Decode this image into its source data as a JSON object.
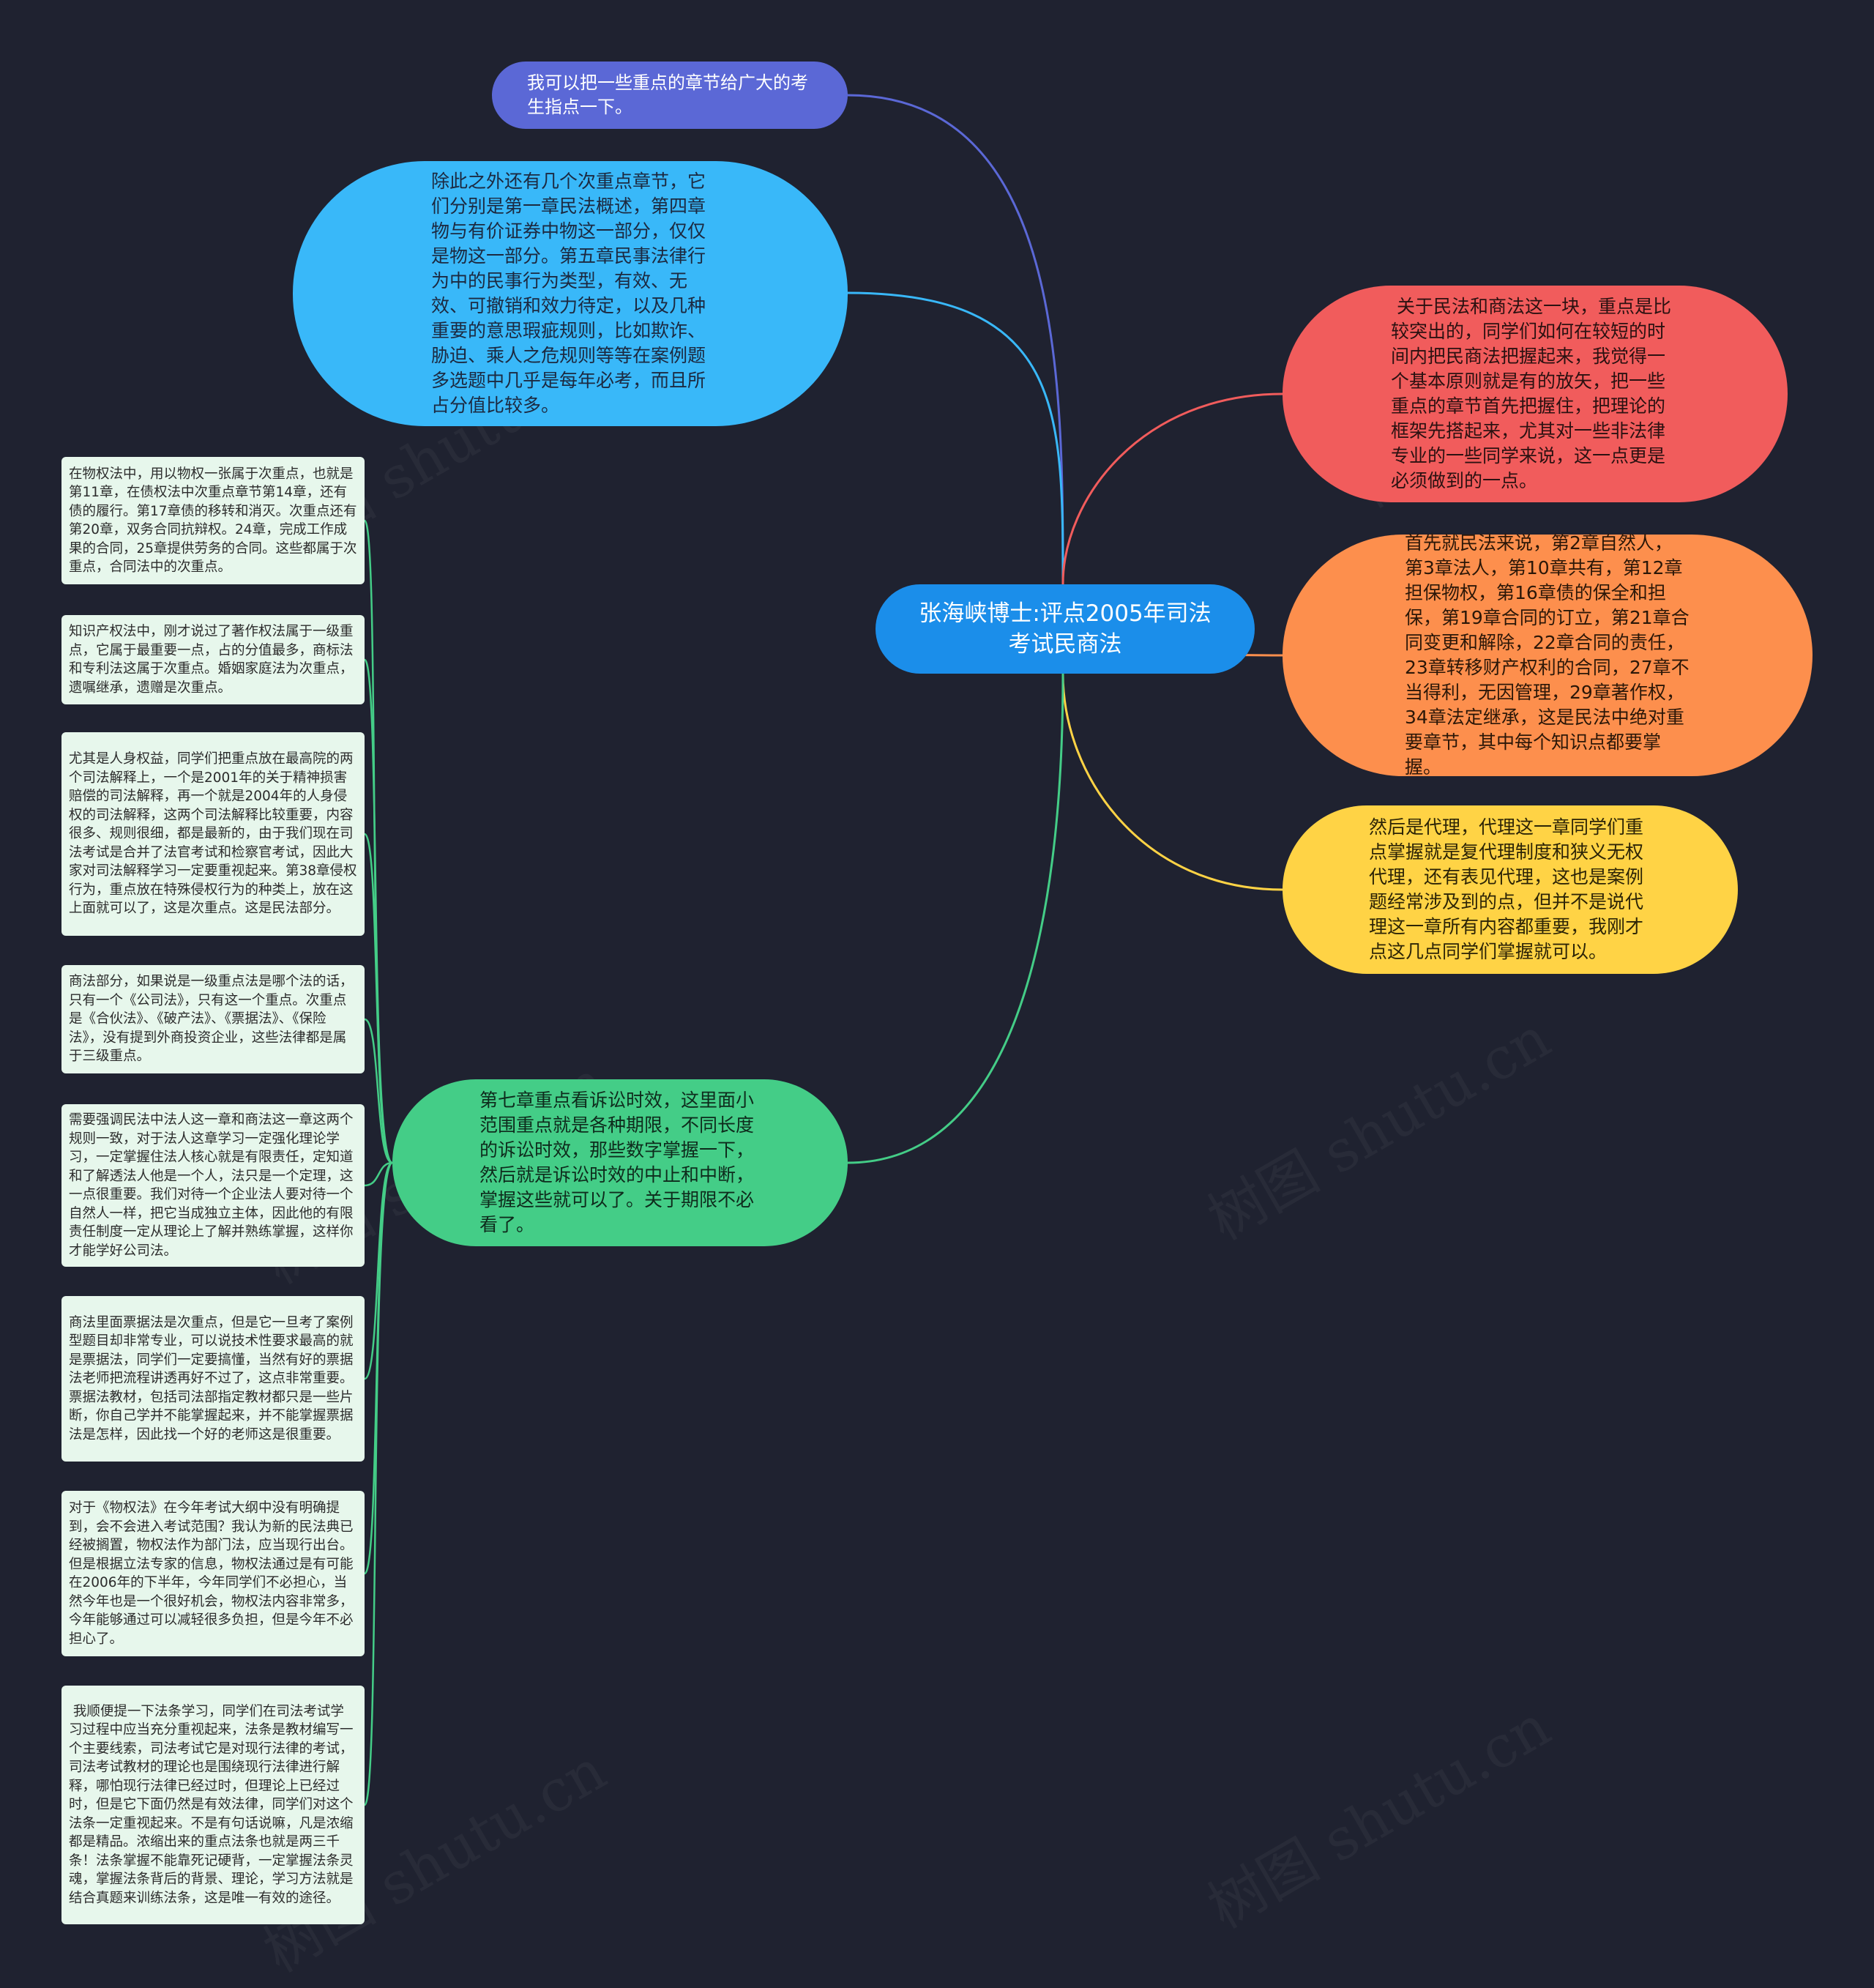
{
  "root": {
    "text": "张海峡博士:评点2005年司法考试民商法"
  },
  "branches": {
    "top_left_1": {
      "text": "我可以把一些重点的章节给广大的考生指点一下。",
      "color": "#5b68d6"
    },
    "top_left_2": {
      "text": "除此之外还有几个次重点章节，它们分别是第一章民法概述，第四章物与有价证券中物这一部分，仅仅是物这一部分。第五章民事法律行为中的民事行为类型，有效、无效、可撤销和效力待定，以及几种重要的意思瑕疵规则，比如欺诈、胁迫、乘人之危规则等等在案例题多选题中几乎是每年必考，而且所占分值比较多。",
      "color": "#39b8f9"
    },
    "right_1": {
      "text": " 关于民法和商法这一块，重点是比较突出的，同学们如何在较短的时间内把民商法把握起来，我觉得一个基本原则就是有的放矢，把一些重点的章节首先把握住，把理论的框架先搭起来，尤其对一些非法律专业的一些同学来说，这一点更是必须做到的一点。",
      "color": "#f15c5c"
    },
    "right_2": {
      "text": "首先就民法来说，第2章自然人，第3章法人，第10章共有，第12章担保物权，第16章债的保全和担保，第19章合同的订立，第21章合同变更和解除，22章合同的责任，23章转移财产权利的合同，27章不当得利，无因管理，29章著作权，34章法定继承，这是民法中绝对重要章节，其中每个知识点都要掌握。",
      "color": "#fd8f4d"
    },
    "right_3": {
      "text": "然后是代理，代理这一章同学们重点掌握就是复代理制度和狭义无权代理，还有表见代理，这也是案例题经常涉及到的点，但并不是说代理这一章所有内容都重要，我刚才点这几点同学们掌握就可以。",
      "color": "#ffd345"
    },
    "bottom_left": {
      "text": "第七章重点看诉讼时效，这里面小范围重点就是各种期限，不同长度的诉讼时效，那些数字掌握一下，然后就是诉讼时效的中止和中断，掌握这些就可以了。关于期限不必看了。",
      "color": "#44cd87"
    }
  },
  "leaves": [
    {
      "text": "在物权法中，用以物权一张属于次重点，也就是第11章，在债权法中次重点章节第14章，还有债的履行。第17章债的移转和消灭。次重点还有第20章，双务合同抗辩权。24章，完成工作成果的合同，25章提供劳务的合同。这些都属于次重点，合同法中的次重点。"
    },
    {
      "text": "知识产权法中，刚才说过了著作权法属于一级重点，它属于最重要一点，占的分值最多，商标法和专利法这属于次重点。婚姻家庭法为次重点，遗嘱继承，遗赠是次重点。"
    },
    {
      "text": "尤其是人身权益，同学们把重点放在最高院的两个司法解释上，一个是2001年的关于精神损害赔偿的司法解释，再一个就是2004年的人身侵权的司法解释，这两个司法解释比较重要，内容很多、规则很细，都是最新的，由于我们现在司法考试是合并了法官考试和检察官考试，因此大家对司法解释学习一定要重视起来。第38章侵权行为，重点放在特殊侵权行为的种类上，放在这上面就可以了，这是次重点。这是民法部分。"
    },
    {
      "text": "商法部分，如果说是一级重点法是哪个法的话，只有一个《公司法》，只有这一个重点。次重点是《合伙法》、《破产法》、《票据法》、《保险法》，没有提到外商投资企业，这些法律都是属于三级重点。"
    },
    {
      "text": "需要强调民法中法人这一章和商法这一章这两个规则一致，对于法人这章学习一定强化理论学习，一定掌握住法人核心就是有限责任，定知道和了解透法人他是一个人，法只是一个定理，这一点很重要。我们对待一个企业法人要对待一个自然人一样，把它当成独立主体，因此他的有限责任制度一定从理论上了解并熟练掌握，这样你才能学好公司法。"
    },
    {
      "text": "商法里面票据法是次重点，但是它一旦考了案例型题目却非常专业，可以说技术性要求最高的就是票据法，同学们一定要搞懂，当然有好的票据法老师把流程讲透再好不过了，这点非常重要。票据法教材，包括司法部指定教材都只是一些片断，你自己学并不能掌握起来，并不能掌握票据法是怎样，因此找一个好的老师这是很重要。"
    },
    {
      "text": "对于《物权法》在今年考试大纲中没有明确提到，会不会进入考试范围？我认为新的民法典已经被搁置，物权法作为部门法，应当现行出台。但是根据立法专家的信息，物权法通过是有可能在2006年的下半年，今年同学们不必担心，当然今年也是一个很好机会，物权法内容非常多，今年能够通过可以减轻很多负担，但是今年不必担心了。"
    },
    {
      "text": " 我顺便提一下法条学习，同学们在司法考试学习过程中应当充分重视起来，法条是教材编写一个主要线索，司法考试它是对现行法律的考试，司法考试教材的理论也是围绕现行法律进行解释，哪怕现行法律已经过时，但理论上已经过时，但是它下面仍然是有效法律，同学们对这个法条一定重视起来。不是有句话说嘛，凡是浓缩都是精品。浓缩出来的重点法条也就是两三千条！法条掌握不能靠死记硬背，一定掌握法条灵魂，掌握法条背后的背景、理论，学习方法就是结合真题来训练法条，这是唯一有效的途径。"
    }
  ],
  "colors": {
    "background": "#1f2230",
    "root": "#1b8eea",
    "leaf_bg": "#e7f7ec",
    "leaf_link": "#44cd87"
  },
  "watermark": "树图 shutu.cn"
}
